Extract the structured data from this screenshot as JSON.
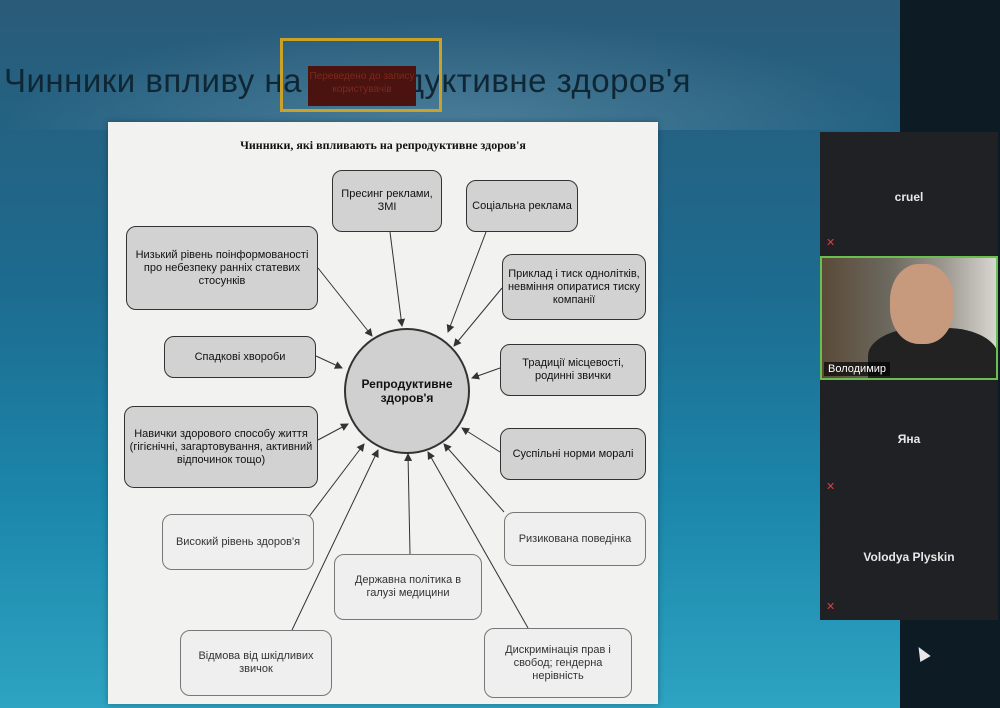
{
  "slide": {
    "title": "Чинники впливу на репродуктивне здоров'я",
    "overlay_caption": "Переведено до запису користувачів"
  },
  "diagram": {
    "heading": "Чинники, які впливають на репродуктивне здоров'я",
    "center": "Репродуктивне здоров'я",
    "nodes": {
      "pressing": "Пресинг реклами, ЗМІ",
      "social_ads": "Соціальна реклама",
      "low_awareness": "Низький рівень поінформованості про небезпеку ранніх статевих стосунків",
      "peer_pressure": "Приклад і тиск однолітків, невміння опиратися тиску компанії",
      "hereditary": "Спадкові хвороби",
      "traditions": "Традиції місцевості, родинні звички",
      "healthy_habits": "Навички здорового способу життя (гігієнічні, загартовування, активний відпочинок тощо)",
      "social_norms": "Суспільні норми моралі",
      "high_health": "Високий рівень здоров'я",
      "risky_behavior": "Ризикована поведінка",
      "state_policy": "Державна політика в галузі медицини",
      "refusal": "Відмова від шкідливих звичок",
      "discrimination": "Дискримінація прав і свобод; гендерна нерівність"
    }
  },
  "participants": [
    {
      "name": "cruel"
    },
    {
      "name": "Володимир"
    },
    {
      "name": "Яна"
    },
    {
      "name": "Volodya Plyskin"
    }
  ],
  "icons": {
    "muted": "mic-off-icon",
    "cursor": "mouse-pointer-icon"
  },
  "colors": {
    "active_speaker_border": "#6bbf4e",
    "muted_icon": "#d94040",
    "caption_frame": "#c9a227"
  }
}
